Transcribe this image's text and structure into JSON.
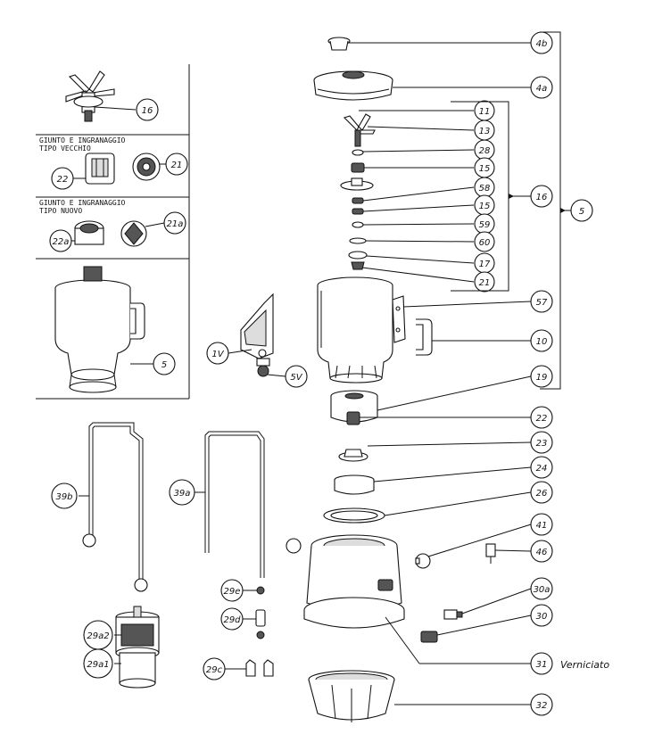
{
  "inset": {
    "old_section_title": "GIUNTO E INGRANAGGIO\nTIPO VECCHIO",
    "new_section_title": "GIUNTO E INGRANAGGIO\nTIPO NUOVO"
  },
  "callouts": {
    "c4b": "4b",
    "c4a": "4a",
    "c11": "11",
    "c13": "13",
    "c28": "28",
    "c15a": "15",
    "c58": "58",
    "c15b": "15",
    "c59": "59",
    "c60": "60",
    "c17": "17",
    "c21": "21",
    "c16": "16",
    "c5": "5",
    "c57": "57",
    "c10": "10",
    "c19": "19",
    "c22": "22",
    "c23": "23",
    "c24": "24",
    "c26": "26",
    "c41": "41",
    "c46": "46",
    "c30a": "30a",
    "c30": "30",
    "c31": "31",
    "c32": "32",
    "i16": "16",
    "i22": "22",
    "i21": "21",
    "i22a": "22a",
    "i21a": "21a",
    "i5": "5",
    "c1v": "1V",
    "c5v": "5V",
    "c39b": "39b",
    "c39a": "39a",
    "c29e": "29e",
    "c29d": "29d",
    "c29a2": "29a2",
    "c29a1": "29a1",
    "c29c": "29c"
  },
  "notes": {
    "verniciato": "Verniciato"
  }
}
